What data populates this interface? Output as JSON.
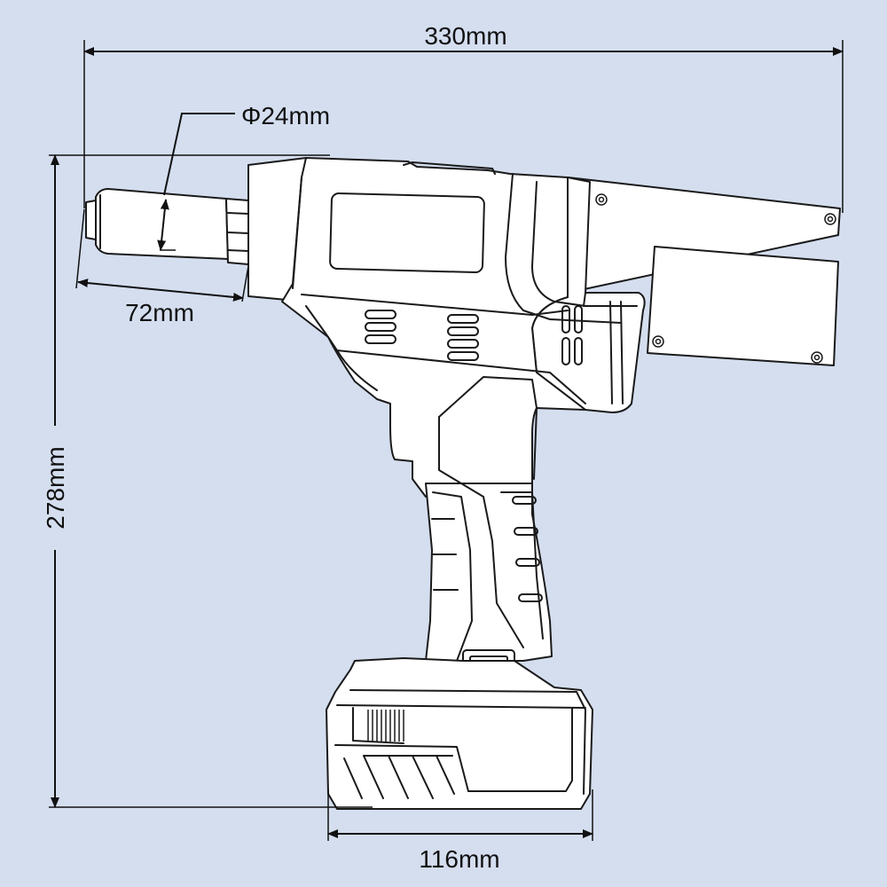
{
  "dimensions": {
    "overall_length": "330mm",
    "nose_diameter": "Φ24mm",
    "nose_length": "72mm",
    "overall_height": "278mm",
    "battery_width": "116mm"
  },
  "colors": {
    "background": "#d4deef",
    "line": "#1a1a1a",
    "fill": "#ffffff"
  }
}
